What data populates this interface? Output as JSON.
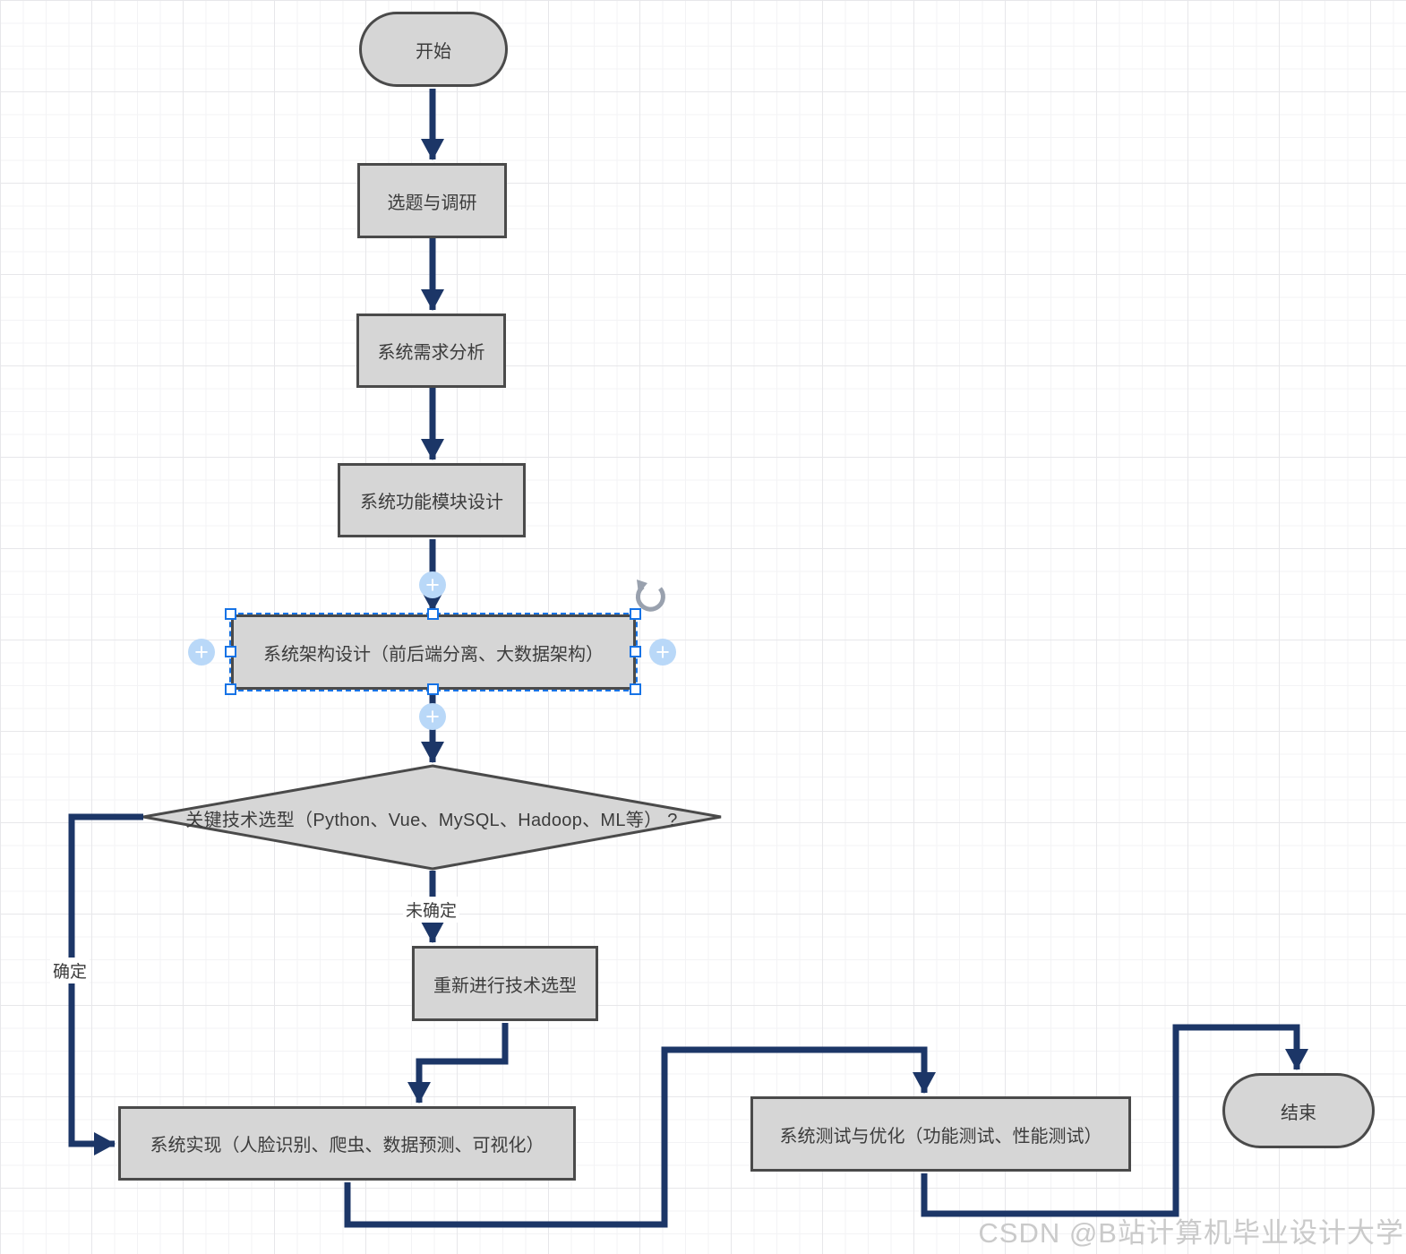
{
  "diagram": {
    "nodes": {
      "start": "开始",
      "topic": "选题与调研",
      "requirements": "系统需求分析",
      "modules": "系统功能模块设计",
      "architecture": "系统架构设计（前后端分离、大数据架构）",
      "decision": "关键技术选型（Python、Vue、MySQL、Hadoop、ML等） ?",
      "reselect": "重新进行技术选型",
      "implementation": "系统实现（人脸识别、爬虫、数据预测、可视化）",
      "testing": "系统测试与优化（功能测试、性能测试）",
      "end": "结束"
    },
    "edge_labels": {
      "undecided": "未确定",
      "decided": "确定"
    },
    "selection": {
      "plus_glyph": "+"
    },
    "colors": {
      "connector": "#1c3667",
      "node_fill": "#d6d6d6",
      "node_border": "#4a4a4a",
      "selection_blue": "#1673e6",
      "connection_point_fill": "#b9d8f8",
      "watermark": "#cacaca",
      "grid_minor": "#f3f3f5",
      "grid_major": "#e7e7ea"
    },
    "watermark": "CSDN @B站计算机毕业设计大学"
  }
}
